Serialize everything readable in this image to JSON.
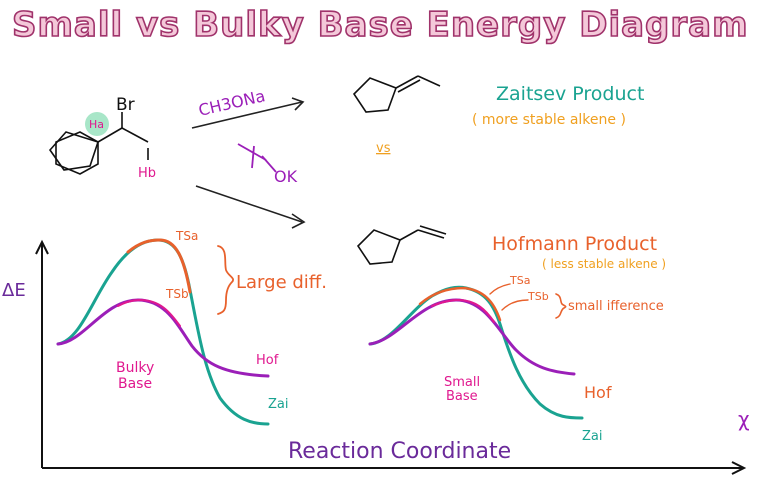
{
  "title": "Small vs Bulky Base Energy Diagram",
  "reagents": {
    "small_base": "CH3ONa",
    "bulky_base": "OK"
  },
  "substrate_labels": {
    "br": "Br",
    "ha": "Ha",
    "hb": "Hb"
  },
  "products": {
    "zaitsev_name": "Zaitsev Product",
    "zaitsev_note": "( more stable alkene )",
    "vs": "vs",
    "hofmann_name": "Hofmann Product",
    "hofmann_note": "( less stable alkene )"
  },
  "axes": {
    "y_label": "ΔE",
    "x_label": "Reaction Coordinate",
    "x_symbol": "χ"
  },
  "left_diagram": {
    "base_label_line1": "Bulky",
    "base_label_line2": "Base",
    "ts_a": "TSa",
    "ts_b": "TSb",
    "annotation": "Large diff.",
    "hof": "Hof",
    "zai": "Zai"
  },
  "right_diagram": {
    "base_label_line1": "Small",
    "base_label_line2": "Base",
    "ts_a": "TSa",
    "ts_b": "TSb",
    "annotation": "small ifference",
    "hof": "Hof",
    "zai": "Zai"
  },
  "colors": {
    "title_fill": "#f4c8d9",
    "title_stroke": "#a0336b",
    "teal": "#1aa391",
    "orange": "#e8612c",
    "purple": "#9b1fb8",
    "magenta": "#e0188f",
    "ha_bubble": "#a8e6c8",
    "axis_label": "#6a2a9a",
    "zaitsev_text": "#1aa391",
    "note_text": "#f0a020"
  }
}
